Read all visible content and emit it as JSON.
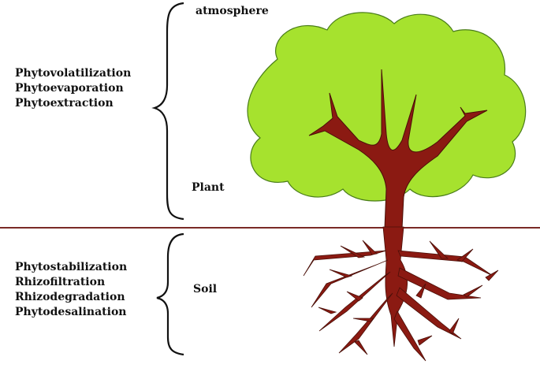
{
  "labels": {
    "atmosphere": "atmosphere",
    "plant": "Plant",
    "soil": "Soil"
  },
  "plant_processes": [
    "Phytovolatilization",
    "Phytoevaporation",
    "Phytoextraction"
  ],
  "soil_processes": [
    "Phytostabilization",
    "Rhizofiltration",
    "Rhizodegradation",
    "Phytodesalination"
  ],
  "colors": {
    "canopy": "#a6e22e",
    "canopy_outline": "#4a7d1a",
    "trunk": "#8b1a12",
    "trunk_outline": "#4a0f08",
    "ground_line": "#7a2a26",
    "brace": "#111111"
  }
}
